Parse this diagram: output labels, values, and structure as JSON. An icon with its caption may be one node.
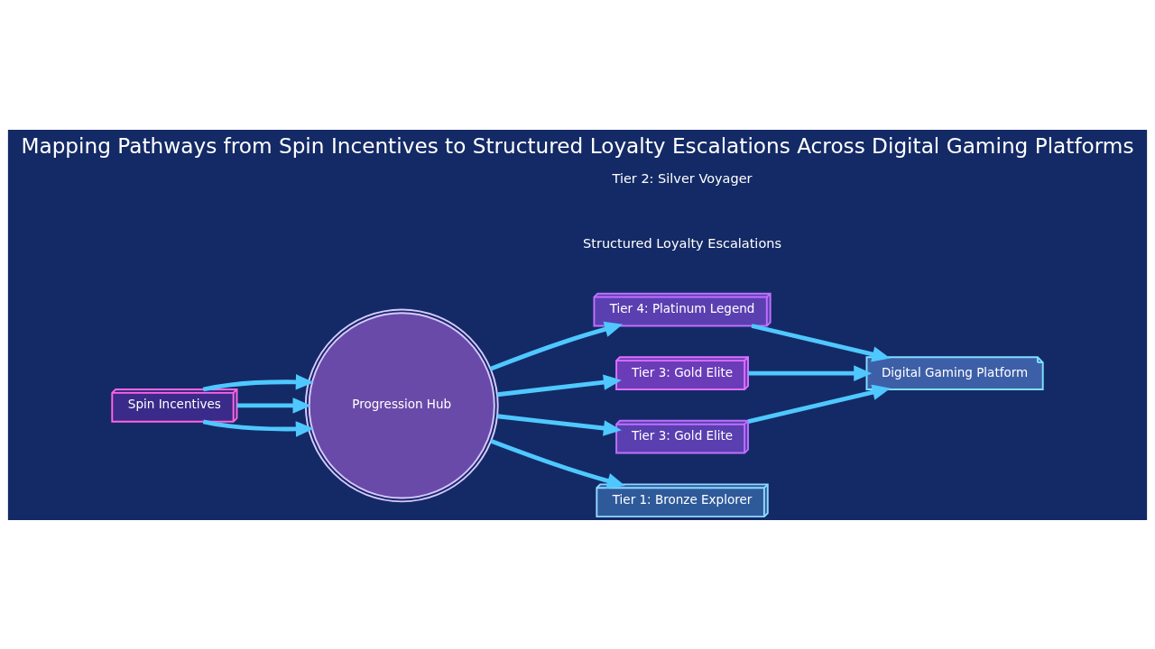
{
  "diagram": {
    "title": "Mapping Pathways from Spin Incentives to Structured Loyalty Escalations Across Digital Gaming Platforms",
    "nodes": [
      {
        "text": [
          "Spin Incentives"
        ]
      },
      {
        "text": [
          "Progression Hub"
        ]
      },
      {
        "text": [
          "Tier 4: Platinum Legend"
        ]
      },
      {
        "text": [
          "Tier 3: Gold Elite"
        ]
      },
      {
        "text": [
          "Tier 3: Gold Elite"
        ]
      },
      {
        "text": [
          "Tier 1: Bronze Explorer"
        ]
      },
      {
        "text": [
          "Digital Gaming Platform"
        ]
      }
    ],
    "edges": [
      {
        "from": 0,
        "to": 1,
        "arrow": "to"
      },
      {
        "from": 0,
        "to": 1,
        "arrow": "to"
      },
      {
        "from": 0,
        "to": 1,
        "arrow": "to"
      },
      {
        "from": 1,
        "to": 2,
        "arrow": "to"
      },
      {
        "from": 1,
        "to": 3,
        "arrow": "to"
      },
      {
        "from": 1,
        "to": 4,
        "arrow": "to"
      },
      {
        "from": 1,
        "to": 5,
        "arrow": "to"
      },
      {
        "from": 2,
        "to": 6,
        "arrow": "to"
      },
      {
        "from": 3,
        "to": 6,
        "arrow": "to"
      },
      {
        "from": 4,
        "to": 6,
        "arrow": "to"
      }
    ],
    "labels": [
      "Structured Loyalty Escalations",
      "Tier 2: Silver Voyager"
    ]
  }
}
